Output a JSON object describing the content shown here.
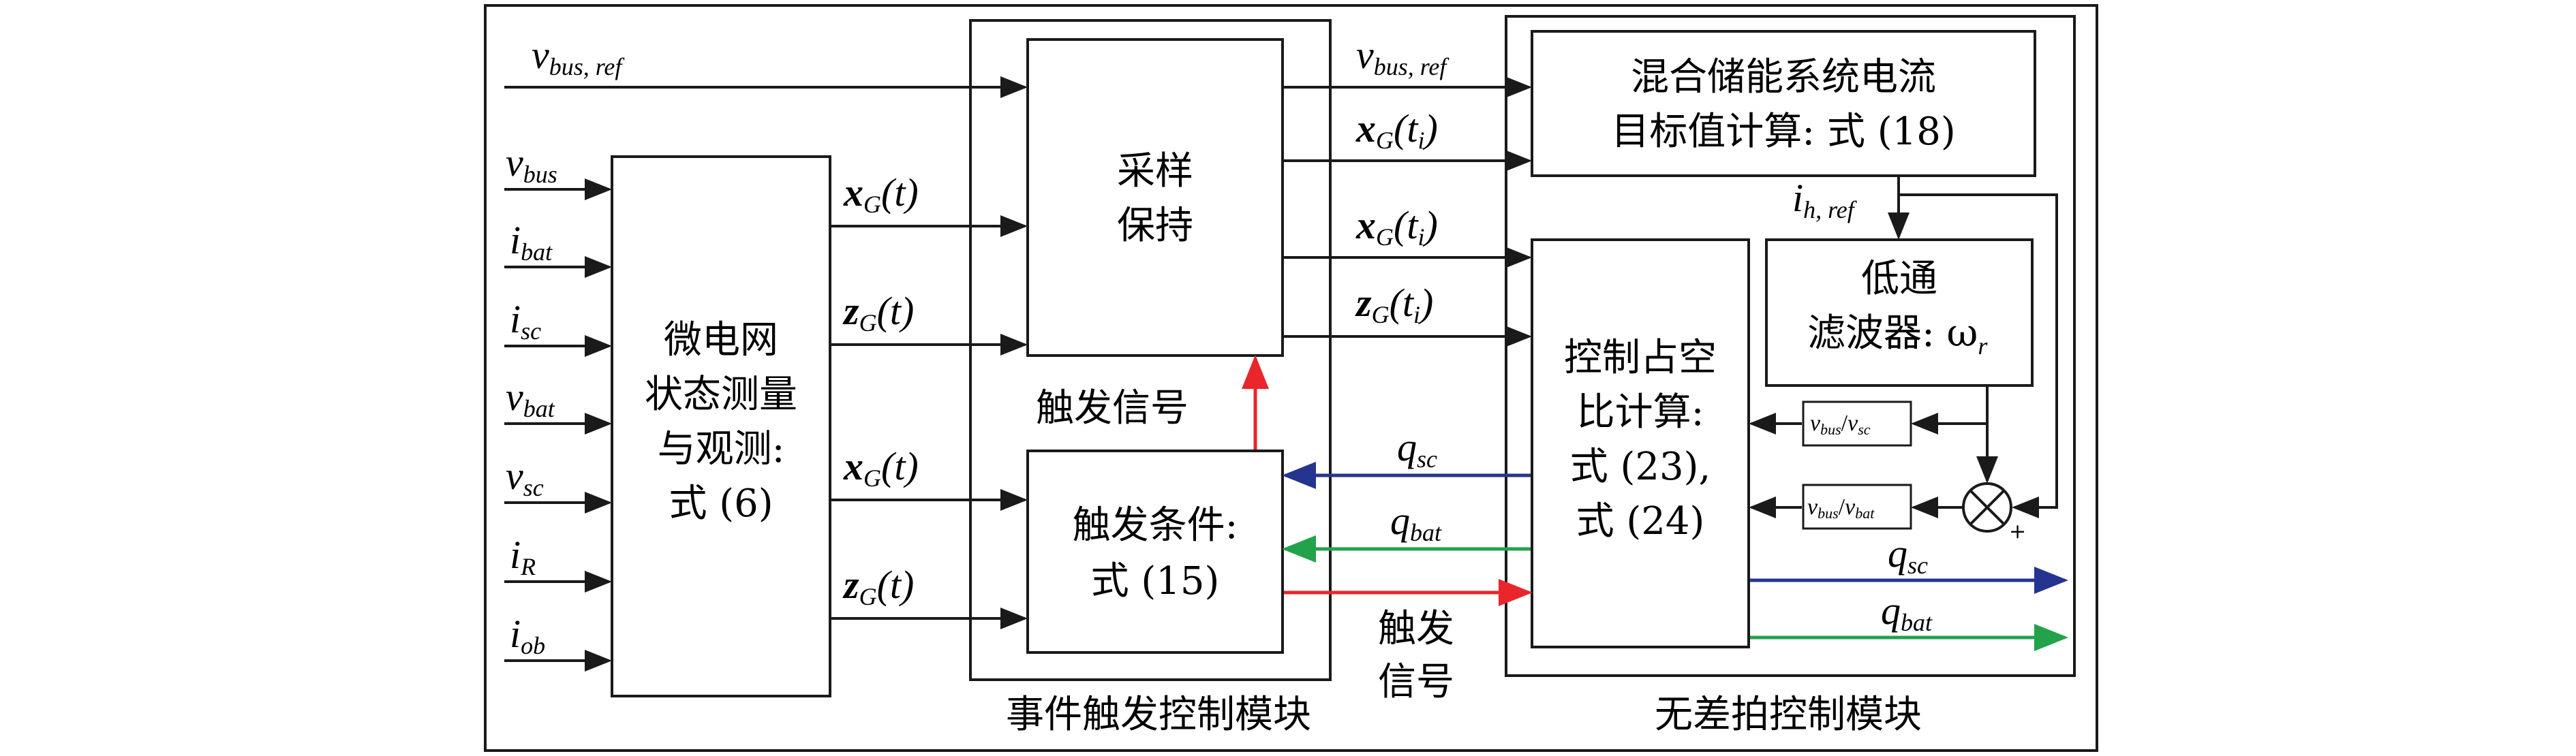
{
  "colors": {
    "black": "#1a1a1a",
    "red": "#e8262b",
    "blue": "#25348f",
    "green": "#22a24b"
  },
  "blocks": {
    "measurement": [
      "微电网",
      "状态测量",
      "与观测:",
      "式 (6)"
    ],
    "sample_hold": [
      "采样",
      "保持"
    ],
    "trigger_condition": [
      "触发条件:",
      "式 (15)"
    ],
    "current_target": [
      "混合储能系统电流",
      "目标值计算: 式 (18)"
    ],
    "lowpass": [
      "低通",
      "滤波器: ω"
    ],
    "lowpass_sub": "r",
    "duty_calc": [
      "控制占空",
      "比计算:",
      "式 (23),",
      "式 (24)"
    ],
    "ratio_sc": {
      "num": "v",
      "num_sub": "bus",
      "den": "v",
      "den_sub": "sc"
    },
    "ratio_bat": {
      "num": "v",
      "num_sub": "bus",
      "den": "v",
      "den_sub": "bat"
    },
    "sum_sign": "+"
  },
  "modules": {
    "event_trigger": "事件触发控制模块",
    "deadbeat": "无差拍控制模块"
  },
  "labels": {
    "trigger_signal_1": "触发信号",
    "trigger_signal_2": [
      "触发",
      "信号"
    ]
  },
  "inputs": [
    {
      "sym": "v",
      "sub": "bus"
    },
    {
      "sym": "i",
      "sub": "bat"
    },
    {
      "sym": "i",
      "sub": "sc"
    },
    {
      "sym": "v",
      "sub": "bat"
    },
    {
      "sym": "v",
      "sub": "sc"
    },
    {
      "sym": "i",
      "sub": "R"
    },
    {
      "sym": "i",
      "sub": "ob"
    }
  ],
  "signals": {
    "vbus_ref": {
      "sym": "v",
      "sub": "bus, ref"
    },
    "xG_t": {
      "sym": "x",
      "sub": "G",
      "arg": "(t)"
    },
    "zG_t": {
      "sym": "z",
      "sub": "G",
      "arg": "(t)"
    },
    "xG_ti": {
      "sym": "x",
      "sub": "G",
      "arg": "(t",
      "arg_sub": "i",
      "arg_end": ")"
    },
    "zG_ti": {
      "sym": "z",
      "sub": "G",
      "arg": "(t",
      "arg_sub": "i",
      "arg_end": ")"
    },
    "ih_ref": {
      "sym": "i",
      "sub": "h, ref"
    },
    "q_sc": {
      "sym": "q",
      "sub": "sc"
    },
    "q_bat": {
      "sym": "q",
      "sub": "bat"
    }
  }
}
